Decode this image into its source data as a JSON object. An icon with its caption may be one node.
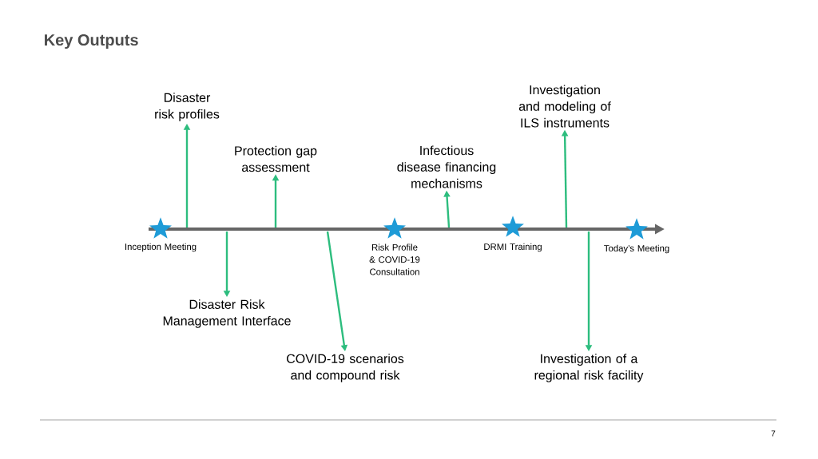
{
  "diagram": {
    "title": "Key Outputs",
    "nodes": [
      {
        "text": [
          "Disaster risk profiles"
        ]
      },
      {
        "text": [
          "Protection gap assessment"
        ]
      },
      {
        "text": [
          "Infectious disease financing mechanisms"
        ]
      },
      {
        "text": [
          "Investigation and modeling of ILS instruments"
        ]
      },
      {
        "text": [
          "Disaster Risk Management Interface"
        ]
      },
      {
        "text": [
          "COVID-19 scenarios and compound risk"
        ]
      },
      {
        "text": [
          "Investigation of a regional risk facility"
        ]
      },
      {
        "text": [],
        "shape": "star",
        "beside": [
          "Inception Meeting"
        ]
      },
      {
        "text": [],
        "shape": "star",
        "beside": [
          "Risk Profile & COVID-19 Consultation"
        ]
      },
      {
        "text": [],
        "shape": "star",
        "beside": [
          "DRMI Training"
        ]
      },
      {
        "text": [],
        "shape": "star",
        "beside": [
          "Today’s Meeting"
        ]
      }
    ],
    "edges": [
      {
        "from": null,
        "to": 0,
        "arrow": "to"
      },
      {
        "from": null,
        "to": 1,
        "arrow": "to"
      },
      {
        "from": null,
        "to": 2,
        "arrow": "to"
      },
      {
        "from": null,
        "to": 3,
        "arrow": "to"
      },
      {
        "from": null,
        "to": 4,
        "arrow": "to"
      },
      {
        "from": null,
        "to": 5,
        "arrow": "to"
      },
      {
        "from": null,
        "to": 6,
        "arrow": "to"
      }
    ],
    "labels": [
      "7"
    ]
  }
}
